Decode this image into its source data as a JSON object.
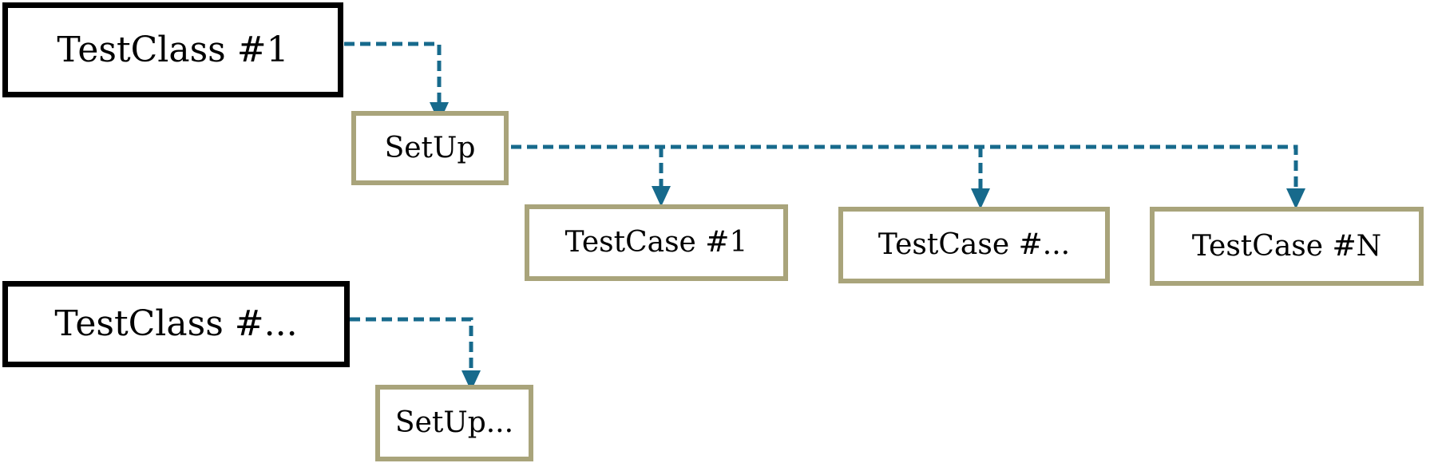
{
  "diagram": {
    "colors": {
      "class_border": "#000000",
      "method_border": "#a9a47b",
      "arrow": "#176a8c",
      "text": "#000000",
      "background": "#ffffff"
    },
    "nodes": {
      "testclass_1": {
        "label": "TestClass #1"
      },
      "setup_1": {
        "label": "SetUp"
      },
      "testcase_1": {
        "label": "TestCase #1"
      },
      "testcase_dots": {
        "label": "TestCase #..."
      },
      "testcase_n": {
        "label": "TestCase #N"
      },
      "testclass_dots": {
        "label": "TestClass #..."
      },
      "setup_dots": {
        "label": "SetUp..."
      }
    },
    "edges": [
      {
        "from": "TestClass #1",
        "to": "SetUp",
        "style": "dashed-arrow"
      },
      {
        "from": "SetUp",
        "to": "TestCase #1",
        "style": "dashed-arrow"
      },
      {
        "from": "SetUp",
        "to": "TestCase #...",
        "style": "dashed-arrow"
      },
      {
        "from": "SetUp",
        "to": "TestCase #N",
        "style": "dashed-arrow"
      },
      {
        "from": "TestClass #...",
        "to": "SetUp...",
        "style": "dashed-arrow"
      }
    ]
  }
}
